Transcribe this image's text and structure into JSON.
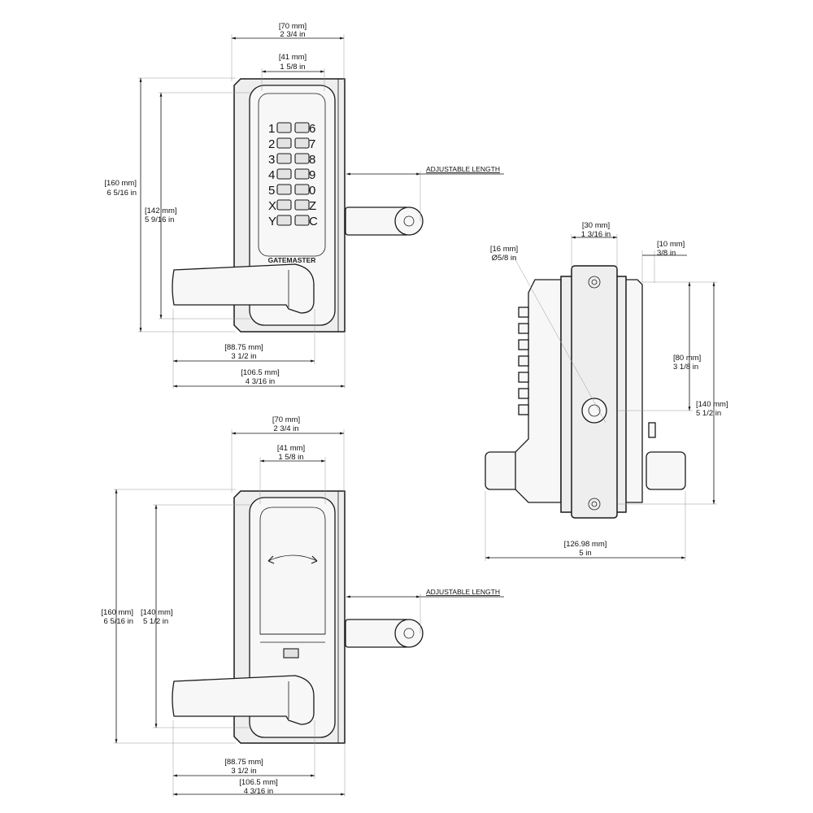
{
  "front_keypad_view": {
    "width_outer": {
      "mm": "[70 mm]",
      "in": "2 3/4 in"
    },
    "width_inner": {
      "mm": "[41 mm]",
      "in": "1 5/8 in"
    },
    "height_outer": {
      "mm": "[160 mm]",
      "in": "6 5/16 in"
    },
    "height_inner": {
      "mm": "[142 mm]",
      "in": "5 9/16 in"
    },
    "handle_reach": {
      "mm": "[88.75 mm]",
      "in": "3 1/2 in"
    },
    "total_depth": {
      "mm": "[106.5 mm]",
      "in": "4 3/16 in"
    },
    "adjustable_length": "ADJUSTABLE LENGTH",
    "brand": "GATEMASTER",
    "keys_left": [
      "1",
      "2",
      "3",
      "4",
      "5",
      "X",
      "Y"
    ],
    "keys_right": [
      "6",
      "7",
      "8",
      "9",
      "0",
      "Z",
      "C"
    ]
  },
  "side_view": {
    "key_hole": {
      "mm": "[16 mm]",
      "in": "Ø5/8 in"
    },
    "plate_width": {
      "mm": "[30 mm]",
      "in": "1 3/16 in"
    },
    "offset": {
      "mm": "[10 mm]",
      "in": "3/8 in"
    },
    "height_to_center": {
      "mm": "[80 mm]",
      "in": "3 1/8 in"
    },
    "height_total": {
      "mm": "[140 mm]",
      "in": "5 1/2 in"
    },
    "overall_width": {
      "mm": "[126.98 mm]",
      "in": "5 in"
    }
  },
  "rear_view": {
    "width_outer": {
      "mm": "[70 mm]",
      "in": "2 3/4 in"
    },
    "width_inner": {
      "mm": "[41 mm]",
      "in": "1 5/8 in"
    },
    "height_outer": {
      "mm": "[160 mm]",
      "in": "6 5/16 in"
    },
    "height_inner": {
      "mm": "[140 mm]",
      "in": "5 1/2 in"
    },
    "handle_reach": {
      "mm": "[88.75 mm]",
      "in": "3 1/2 in"
    },
    "total_depth": {
      "mm": "[106.5 mm]",
      "in": "4 3/16 in"
    },
    "adjustable_length": "ADJUSTABLE LENGTH"
  }
}
